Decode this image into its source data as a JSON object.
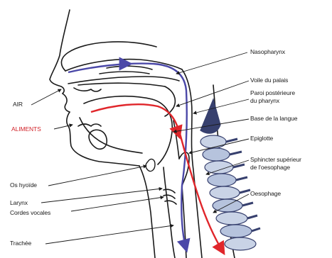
{
  "colors": {
    "air_path": "#4b48a8",
    "food_path": "#e0262b",
    "outline": "#1a1a1a",
    "vertebrae_light": "#c9d3e6",
    "vertebrae_dark": "#37406e"
  },
  "labels": {
    "air": "AIR",
    "aliments": "ALIMENTS",
    "nasopharynx": "Nasopharynx",
    "voile_du_palais": "Voile du palais",
    "paroi_posterieure_line1": "Paroi postérieure",
    "paroi_posterieure_line2": "du pharynx",
    "base_de_la_langue": "Base de la langue",
    "epiglotte": "Epiglotte",
    "sphincter_line1": "Sphincter supérieur",
    "sphincter_line2": "de l'oesophage",
    "oesophage": "Oesophage",
    "os_hyoide": "Os hyoïde",
    "larynx": "Larynx",
    "cordes_vocales": "Cordes vocales",
    "trachee": "Trachée"
  }
}
